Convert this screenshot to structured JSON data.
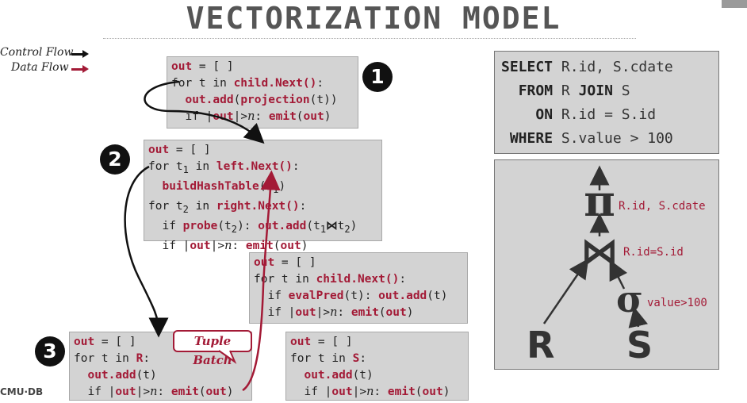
{
  "title": "VECTORIZATION MODEL",
  "legend": {
    "control_flow": "Control Flow",
    "data_flow": "Data Flow",
    "control_color": "#111111",
    "data_color": "#a31a36"
  },
  "badges": [
    "1",
    "2",
    "3"
  ],
  "operators": {
    "projection": {
      "l1_out": "out",
      "l1_rest": " = [ ]",
      "l2_for": "for t in ",
      "l2_call": "child.Next()",
      "l2_end": ":",
      "l3_call": "out.add",
      "l3_open": "(",
      "l3_fn": "projection",
      "l3_rest": "(t))",
      "l4_if": "if |",
      "l4_out": "out",
      "l4_mid": "|>",
      "l4_n": "n",
      "l4_colon": ": ",
      "l4_emit": "emit",
      "l4_open": "(",
      "l4_out2": "out",
      "l4_close": ")"
    },
    "join": {
      "l1_out": "out",
      "l1_rest": " = [ ]",
      "l2_for": "for t",
      "l2_sub": "1",
      "l2_in": " in ",
      "l2_call": "left.Next()",
      "l2_end": ":",
      "l3_fn": "buildHashTable",
      "l3_open": "(t",
      "l3_sub": "1",
      "l3_close": ")",
      "l4_for": "for t",
      "l4_sub": "2",
      "l4_in": " in ",
      "l4_call": "right.Next()",
      "l4_end": ":",
      "l5_if": "if ",
      "l5_fn": "probe",
      "l5_arg": "(t",
      "l5_sub": "2",
      "l5_argc": "): ",
      "l5_add": "out.add",
      "l5_a": "(t",
      "l5_s1": "1",
      "l5_join": "⋈",
      "l5_b": "t",
      "l5_s2": "2",
      "l5_c": ")",
      "l6_if": "if |",
      "l6_out": "out",
      "l6_mid": "|>",
      "l6_n": "n",
      "l6_colon": ": ",
      "l6_emit": "emit",
      "l6_open": "(",
      "l6_out2": "out",
      "l6_close": ")"
    },
    "filter": {
      "l1_out": "out",
      "l1_rest": " = [ ]",
      "l2_for": "for t in ",
      "l2_call": "child.Next()",
      "l2_end": ":",
      "l3_if": "if ",
      "l3_fn": "evalPred",
      "l3_arg": "(t): ",
      "l3_add": "out.add",
      "l3_rest": "(t)",
      "l4_if": "if |",
      "l4_out": "out",
      "l4_mid": "|>",
      "l4_n": "n",
      "l4_colon": ": ",
      "l4_emit": "emit",
      "l4_open": "(",
      "l4_out2": "out",
      "l4_close": ")"
    },
    "scan_r": {
      "l1_out": "out",
      "l1_rest": " = [ ]",
      "l2_for": "for t in ",
      "l2_rel": "R",
      "l2_end": ":",
      "l3_add": "out.add",
      "l3_rest": "(t)",
      "l4_if": "if |",
      "l4_out": "out",
      "l4_mid": "|>",
      "l4_n": "n",
      "l4_colon": ": ",
      "l4_emit": "emit",
      "l4_open": "(",
      "l4_out2": "out",
      "l4_close": ")"
    },
    "scan_s": {
      "l1_out": "out",
      "l1_rest": " = [ ]",
      "l2_for": "for t in ",
      "l2_rel": "S",
      "l2_end": ":",
      "l3_add": "out.add",
      "l3_rest": "(t)",
      "l4_if": "if |",
      "l4_out": "out",
      "l4_mid": "|>",
      "l4_n": "n",
      "l4_colon": ": ",
      "l4_emit": "emit",
      "l4_open": "(",
      "l4_out2": "out",
      "l4_close": ")"
    }
  },
  "tuple_batch": "Tuple Batch",
  "sql": {
    "kw_select": "SELECT",
    "select_rest": " R.id, S.cdate",
    "kw_from": "FROM",
    "from_r": " R ",
    "kw_join": "JOIN",
    "from_s": " S",
    "kw_on": "ON",
    "on_rest": " R.id = S.id",
    "kw_where": "WHERE",
    "where_rest": " S.value > 100"
  },
  "plan": {
    "projection_symbol": "π",
    "projection_label": "R.id, S.cdate",
    "join_symbol": "⋈",
    "join_label": "R.id=S.id",
    "selection_symbol": "σ",
    "selection_label": "value>100",
    "rel_r": "R",
    "rel_s": "S"
  },
  "footer": "CMU·DB"
}
